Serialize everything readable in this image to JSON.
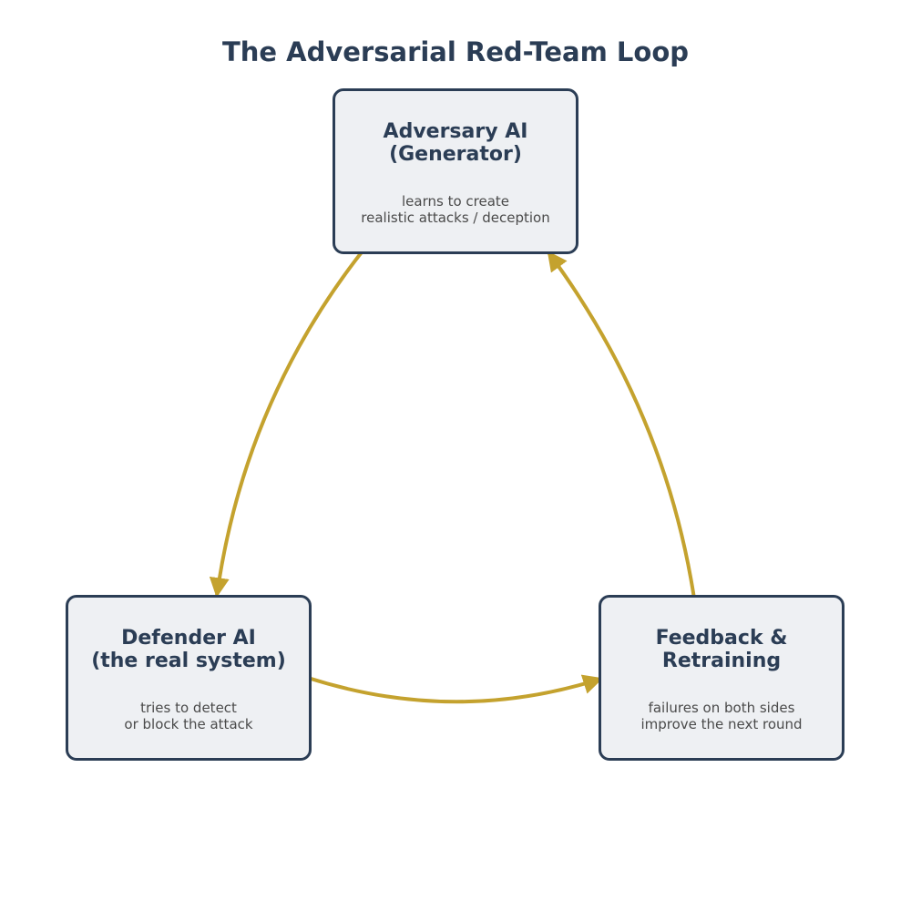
{
  "diagram": {
    "title": "The Adversarial Red-Team Loop",
    "colors": {
      "node_fill": "#eef0f3",
      "node_border": "#2b3d55",
      "title_text": "#2b3d55",
      "desc_text": "#4a4a4a",
      "arrow": "#c4a22e"
    },
    "nodes": {
      "adversary": {
        "title": "Adversary AI\n(Generator)",
        "desc": "learns to create\nrealistic attacks / deception"
      },
      "defender": {
        "title": "Defender AI\n(the real system)",
        "desc": "tries to detect\nor block the attack"
      },
      "feedback": {
        "title": "Feedback &\nRetraining",
        "desc": "failures on both sides\nimprove the next round"
      }
    },
    "edges": [
      {
        "from": "adversary",
        "to": "defender"
      },
      {
        "from": "defender",
        "to": "feedback"
      },
      {
        "from": "feedback",
        "to": "adversary"
      }
    ]
  }
}
